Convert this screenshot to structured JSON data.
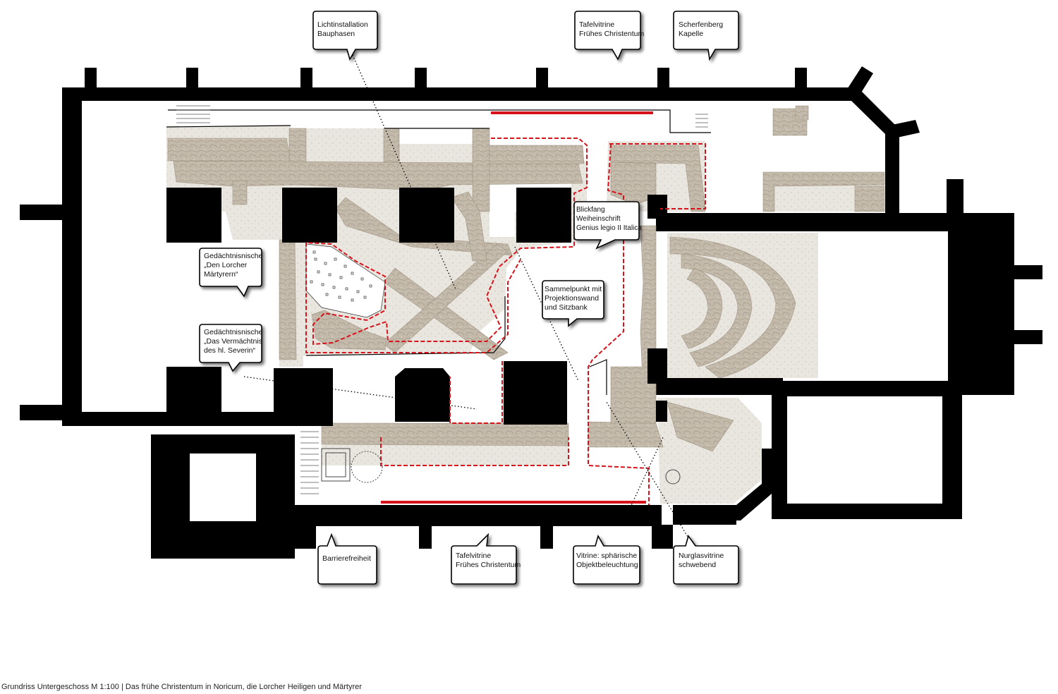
{
  "callouts": {
    "lichtinstallation": "Lichtinstallation\nBauphasen",
    "tafelvitrine_top": "Tafelvitrine\nFrühes Christentum",
    "scherfenberg": "Scherfenberg\nKapelle",
    "blickfang": "Blickfang\nWeiheinschrift\nGenius legio II Italica",
    "gedaechtnis_lorcher": "Gedächtnisnische\n„Den Lorcher\nMärtyrern“",
    "sammelpunkt": "Sammelpunkt mit\nProjektionswand\nund Sitzbank",
    "gedaechtnis_severin": "Gedächtnisnische\n„Das Vermächtnis\ndes hl. Severin“",
    "barrierefreiheit": "Barrierefreiheit",
    "tafelvitrine_bottom": "Tafelvitrine\nFrühes Christentum",
    "vitrine_sphaerisch": "Vitrine: sphärische\nObjektbeleuchtung",
    "nurglasvitrine": "Nurglasvitrine\nschwebend"
  },
  "caption": "Grundriss Untergeschoss M 1:100 | Das frühe Christentum in Noricum, die Lorcher Heiligen und  Märtyrer",
  "colors": {
    "wall": "#000000",
    "masonry": "#c7beb0",
    "floor": "#e4e1da",
    "route": "#d6121b"
  }
}
